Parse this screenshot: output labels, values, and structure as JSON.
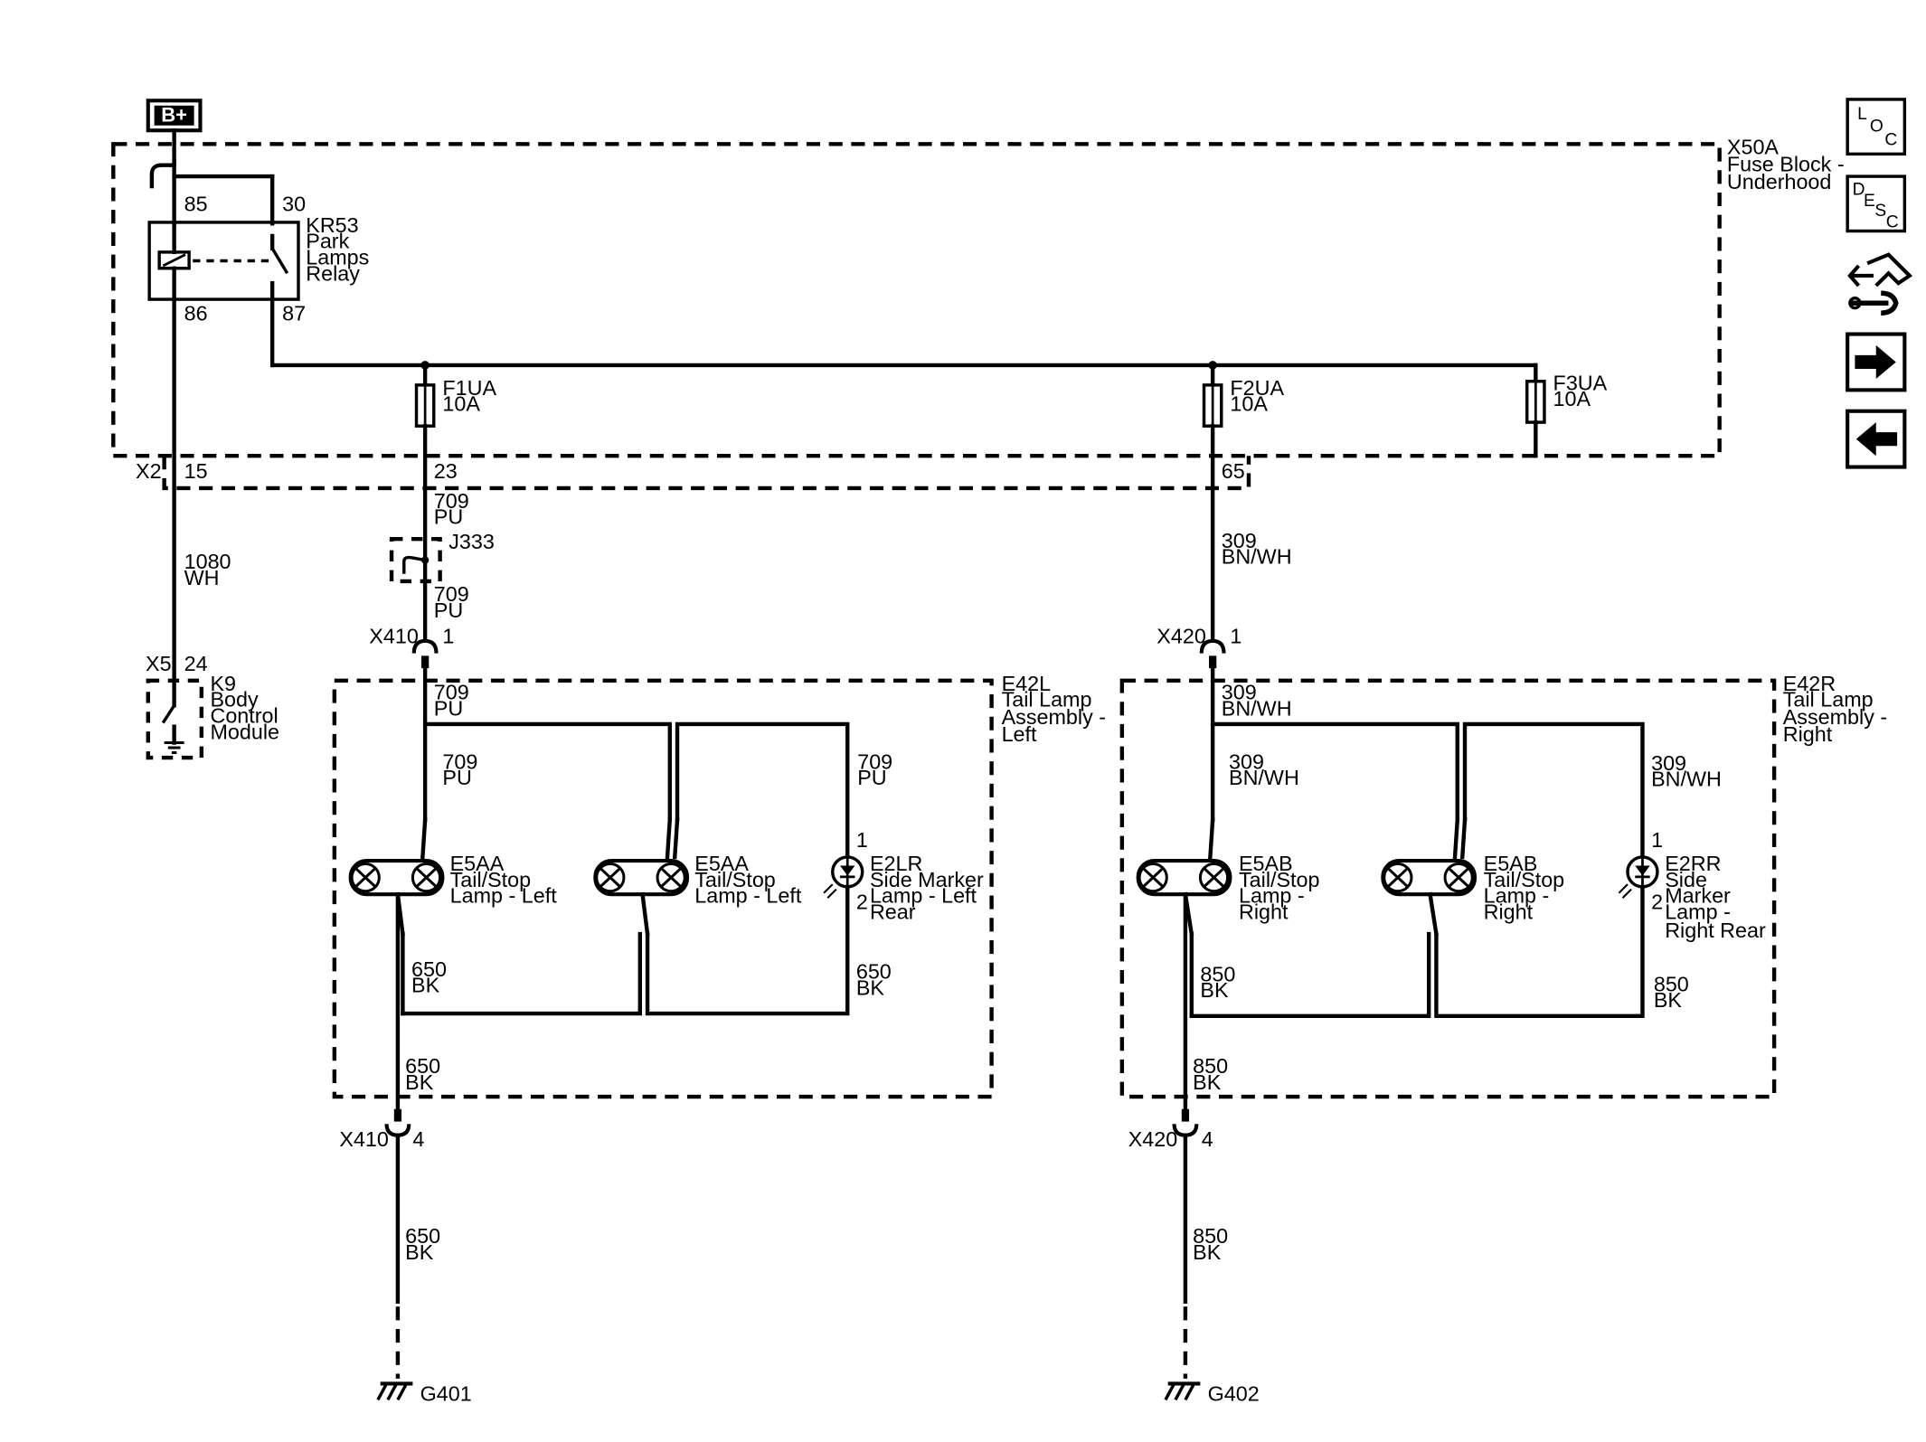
{
  "power": {
    "label": "B+"
  },
  "fuse_block": {
    "id": "X50A",
    "name_line1": "Fuse Block -",
    "name_line2": "Underhood",
    "connector": "X2"
  },
  "relay": {
    "id": "KR53",
    "name_line1": "Park",
    "name_line2": "Lamps",
    "name_line3": "Relay",
    "pin_85": "85",
    "pin_30": "30",
    "pin_86": "86",
    "pin_87": "87"
  },
  "fuses": [
    {
      "id": "F1UA",
      "rating": "10A"
    },
    {
      "id": "F2UA",
      "rating": "10A"
    },
    {
      "id": "F3UA",
      "rating": "10A"
    }
  ],
  "x2_pins": {
    "p15": "15",
    "p23": "23",
    "p65": "65"
  },
  "wires": {
    "w1080": {
      "num": "1080",
      "color": "WH"
    },
    "w709": {
      "num": "709",
      "color": "PU"
    },
    "w309": {
      "num": "309",
      "color": "BN/WH"
    },
    "w650": {
      "num": "650",
      "color": "BK"
    },
    "w850": {
      "num": "850",
      "color": "BK"
    }
  },
  "splice": {
    "id": "J333"
  },
  "bcm": {
    "connector": "X5",
    "pin": "24",
    "id": "K9",
    "name_line1": "Body",
    "name_line2": "Control",
    "name_line3": "Module"
  },
  "connectors": {
    "x410": {
      "id": "X410",
      "pin_top": "1",
      "pin_bottom": "4"
    },
    "x420": {
      "id": "X420",
      "pin_top": "1",
      "pin_bottom": "4"
    }
  },
  "left_assembly": {
    "id": "E42L",
    "name_line1": "Tail Lamp",
    "name_line2": "Assembly -",
    "name_line3": "Left",
    "lamp_id": "E5AA",
    "lamp_line1": "Tail/Stop",
    "lamp_line2": "Lamp - Left",
    "marker_id": "E2LR",
    "marker_line1": "Side Marker",
    "marker_line2": "Lamp - Left",
    "marker_line3": "Rear",
    "marker_pin1": "1",
    "marker_pin2": "2"
  },
  "right_assembly": {
    "id": "E42R",
    "name_line1": "Tail Lamp",
    "name_line2": "Assembly -",
    "name_line3": "Right",
    "lamp_id": "E5AB",
    "lamp_line1": "Tail/Stop",
    "lamp_line2": "Lamp -",
    "lamp_line3": "Right",
    "marker_id": "E2RR",
    "marker_line1": "Side",
    "marker_line2": "Marker",
    "marker_line3": "Lamp -",
    "marker_line4": "Right Rear",
    "marker_pin1": "1",
    "marker_pin2": "2"
  },
  "grounds": {
    "left": "G401",
    "right": "G402"
  },
  "nav": {
    "loc_letters": [
      "L",
      "O",
      "C"
    ],
    "desc_letters": [
      "D",
      "E",
      "S",
      "C"
    ],
    "icons": [
      "location-icon",
      "description-icon",
      "connector-repair-icon",
      "next-page-arrow-icon",
      "previous-page-arrow-icon"
    ]
  }
}
